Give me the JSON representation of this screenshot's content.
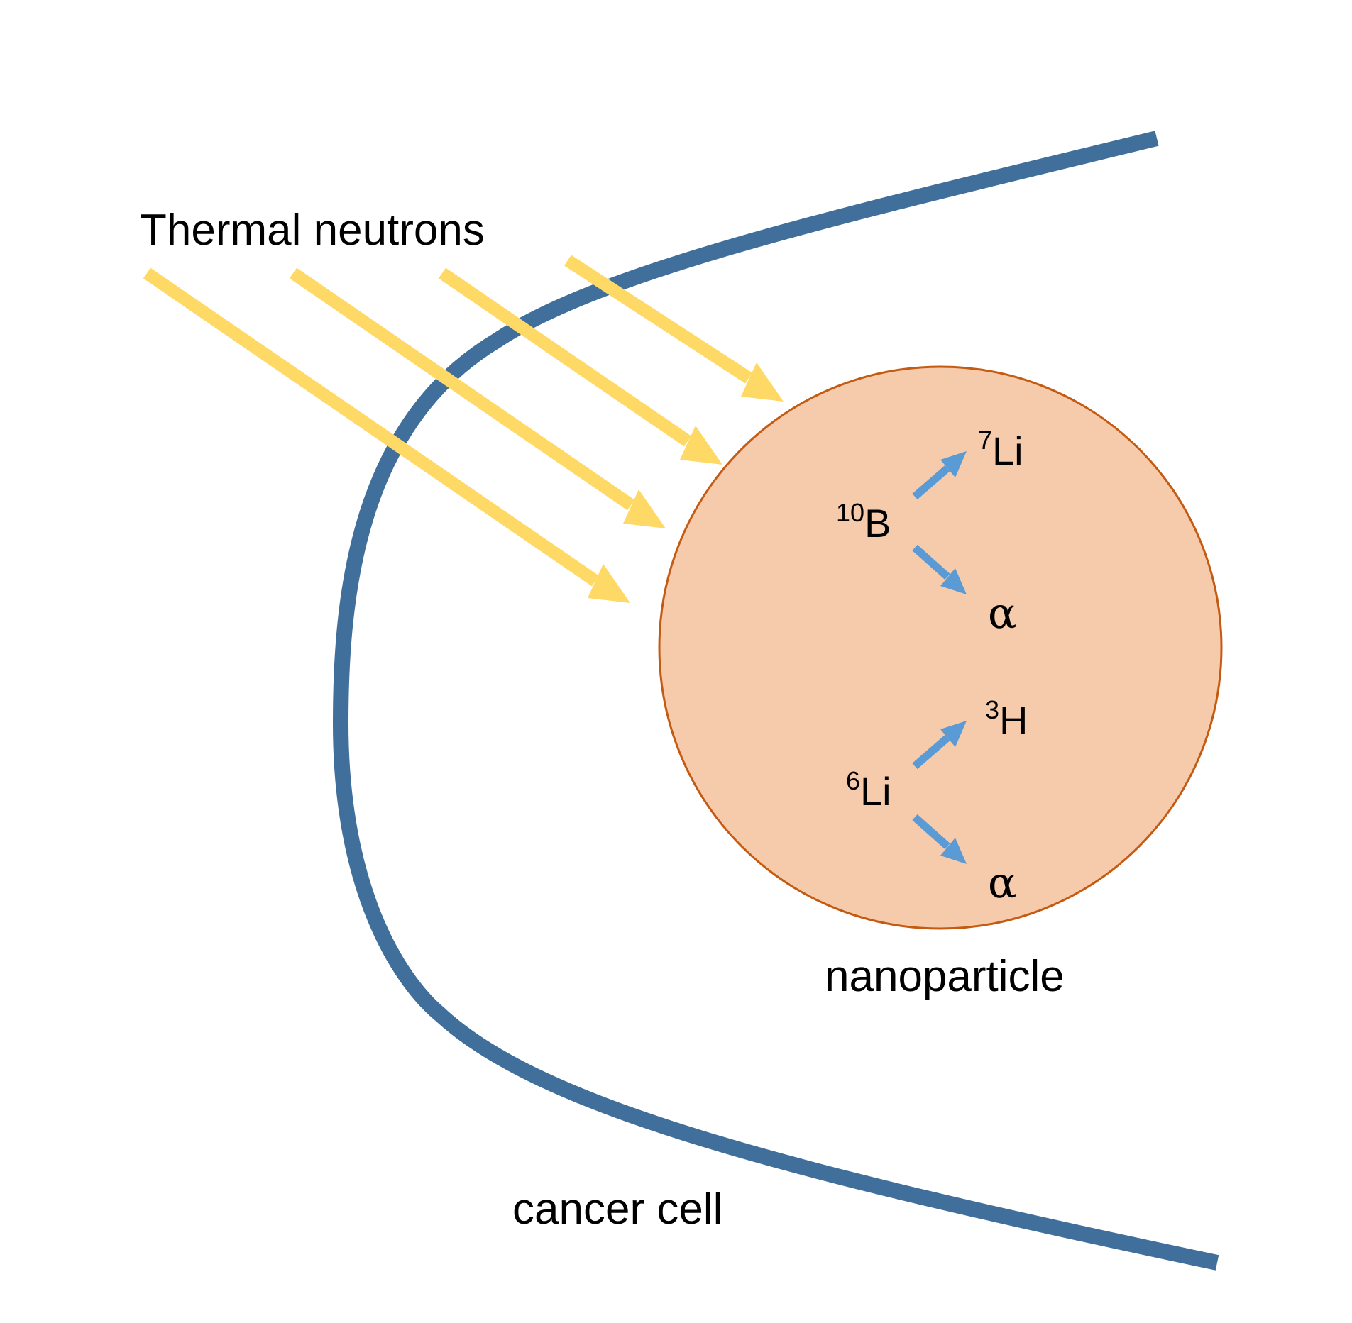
{
  "labels": {
    "neutrons": "Thermal neutrons",
    "nanoparticle": "nanoparticle",
    "cell": "cancer cell"
  },
  "reactions": [
    {
      "reactant": {
        "mass": "10",
        "symbol": "B"
      },
      "product_upper": {
        "mass": "7",
        "symbol": "Li"
      },
      "product_lower": {
        "symbol": "α"
      }
    },
    {
      "reactant": {
        "mass": "6",
        "symbol": "Li"
      },
      "product_upper": {
        "mass": "3",
        "symbol": "H"
      },
      "product_lower": {
        "symbol": "α"
      }
    }
  ],
  "colors": {
    "membrane": "#416F9C",
    "neutron_arrow": "#FFD966",
    "nanoparticle_fill": "#F6CBAC",
    "nanoparticle_stroke": "#C55A11",
    "product_arrow": "#5B9BD5"
  }
}
